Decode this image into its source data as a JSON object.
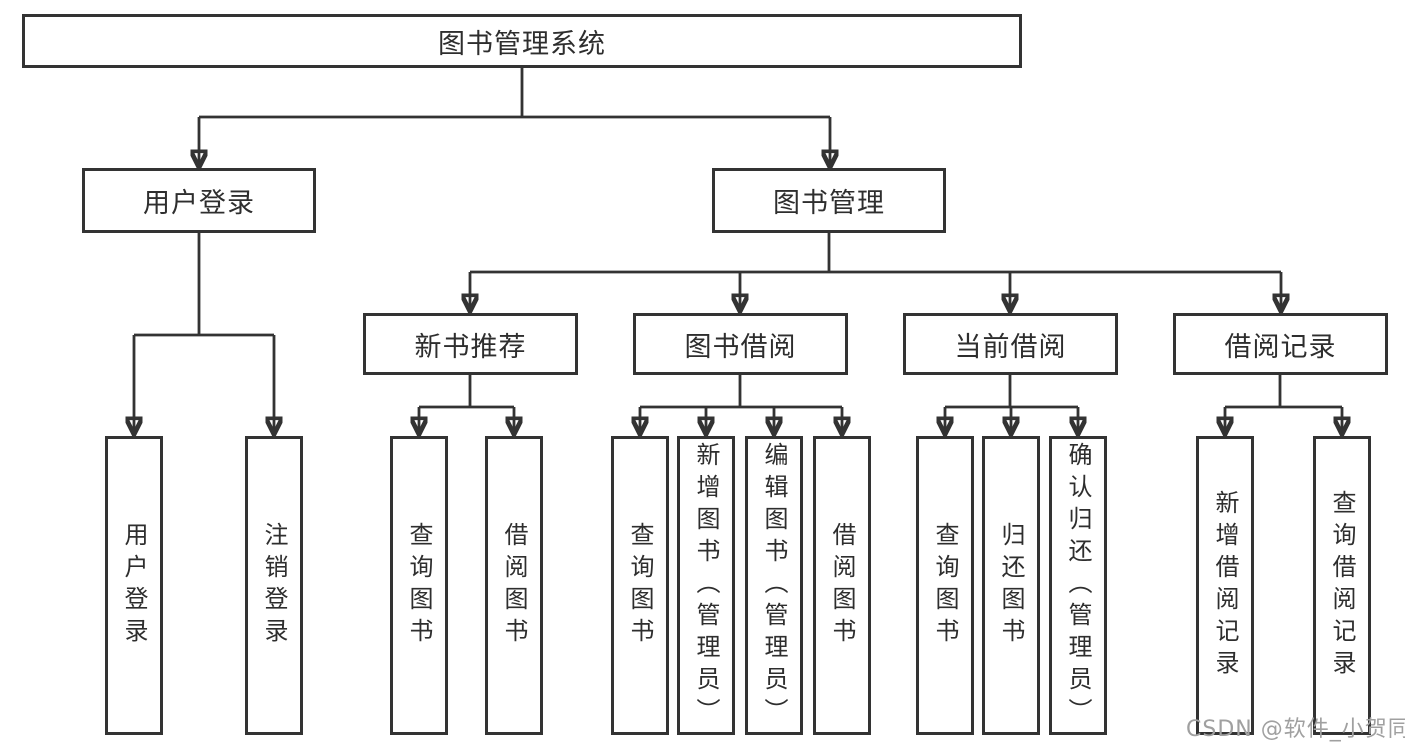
{
  "colors": {
    "background": "#ffffff",
    "line": "#333333",
    "box_border": "#333333",
    "box_fill": "#ffffff",
    "text": "#2e2e2e",
    "watermark": "#a0a0a0"
  },
  "tree": {
    "root": {
      "label": "图书管理系统",
      "children": [
        {
          "label": "用户登录",
          "children": [
            {
              "label": "用户登录"
            },
            {
              "label": "注销登录"
            }
          ]
        },
        {
          "label": "图书管理",
          "children": [
            {
              "label": "新书推荐",
              "children": [
                {
                  "label": "查询图书"
                },
                {
                  "label": "借阅图书"
                }
              ]
            },
            {
              "label": "图书借阅",
              "children": [
                {
                  "label": "查询图书"
                },
                {
                  "label": "新增图书（管理员）"
                },
                {
                  "label": "编辑图书（管理员）"
                },
                {
                  "label": "借阅图书"
                }
              ]
            },
            {
              "label": "当前借阅",
              "children": [
                {
                  "label": "查询图书"
                },
                {
                  "label": "归还图书"
                },
                {
                  "label": "确认归还（管理员）"
                }
              ]
            },
            {
              "label": "借阅记录",
              "children": [
                {
                  "label": "新增借阅记录"
                },
                {
                  "label": "查询借阅记录"
                }
              ]
            }
          ]
        }
      ]
    }
  },
  "watermark": {
    "text": "CSDN @软件_小贺同学"
  }
}
